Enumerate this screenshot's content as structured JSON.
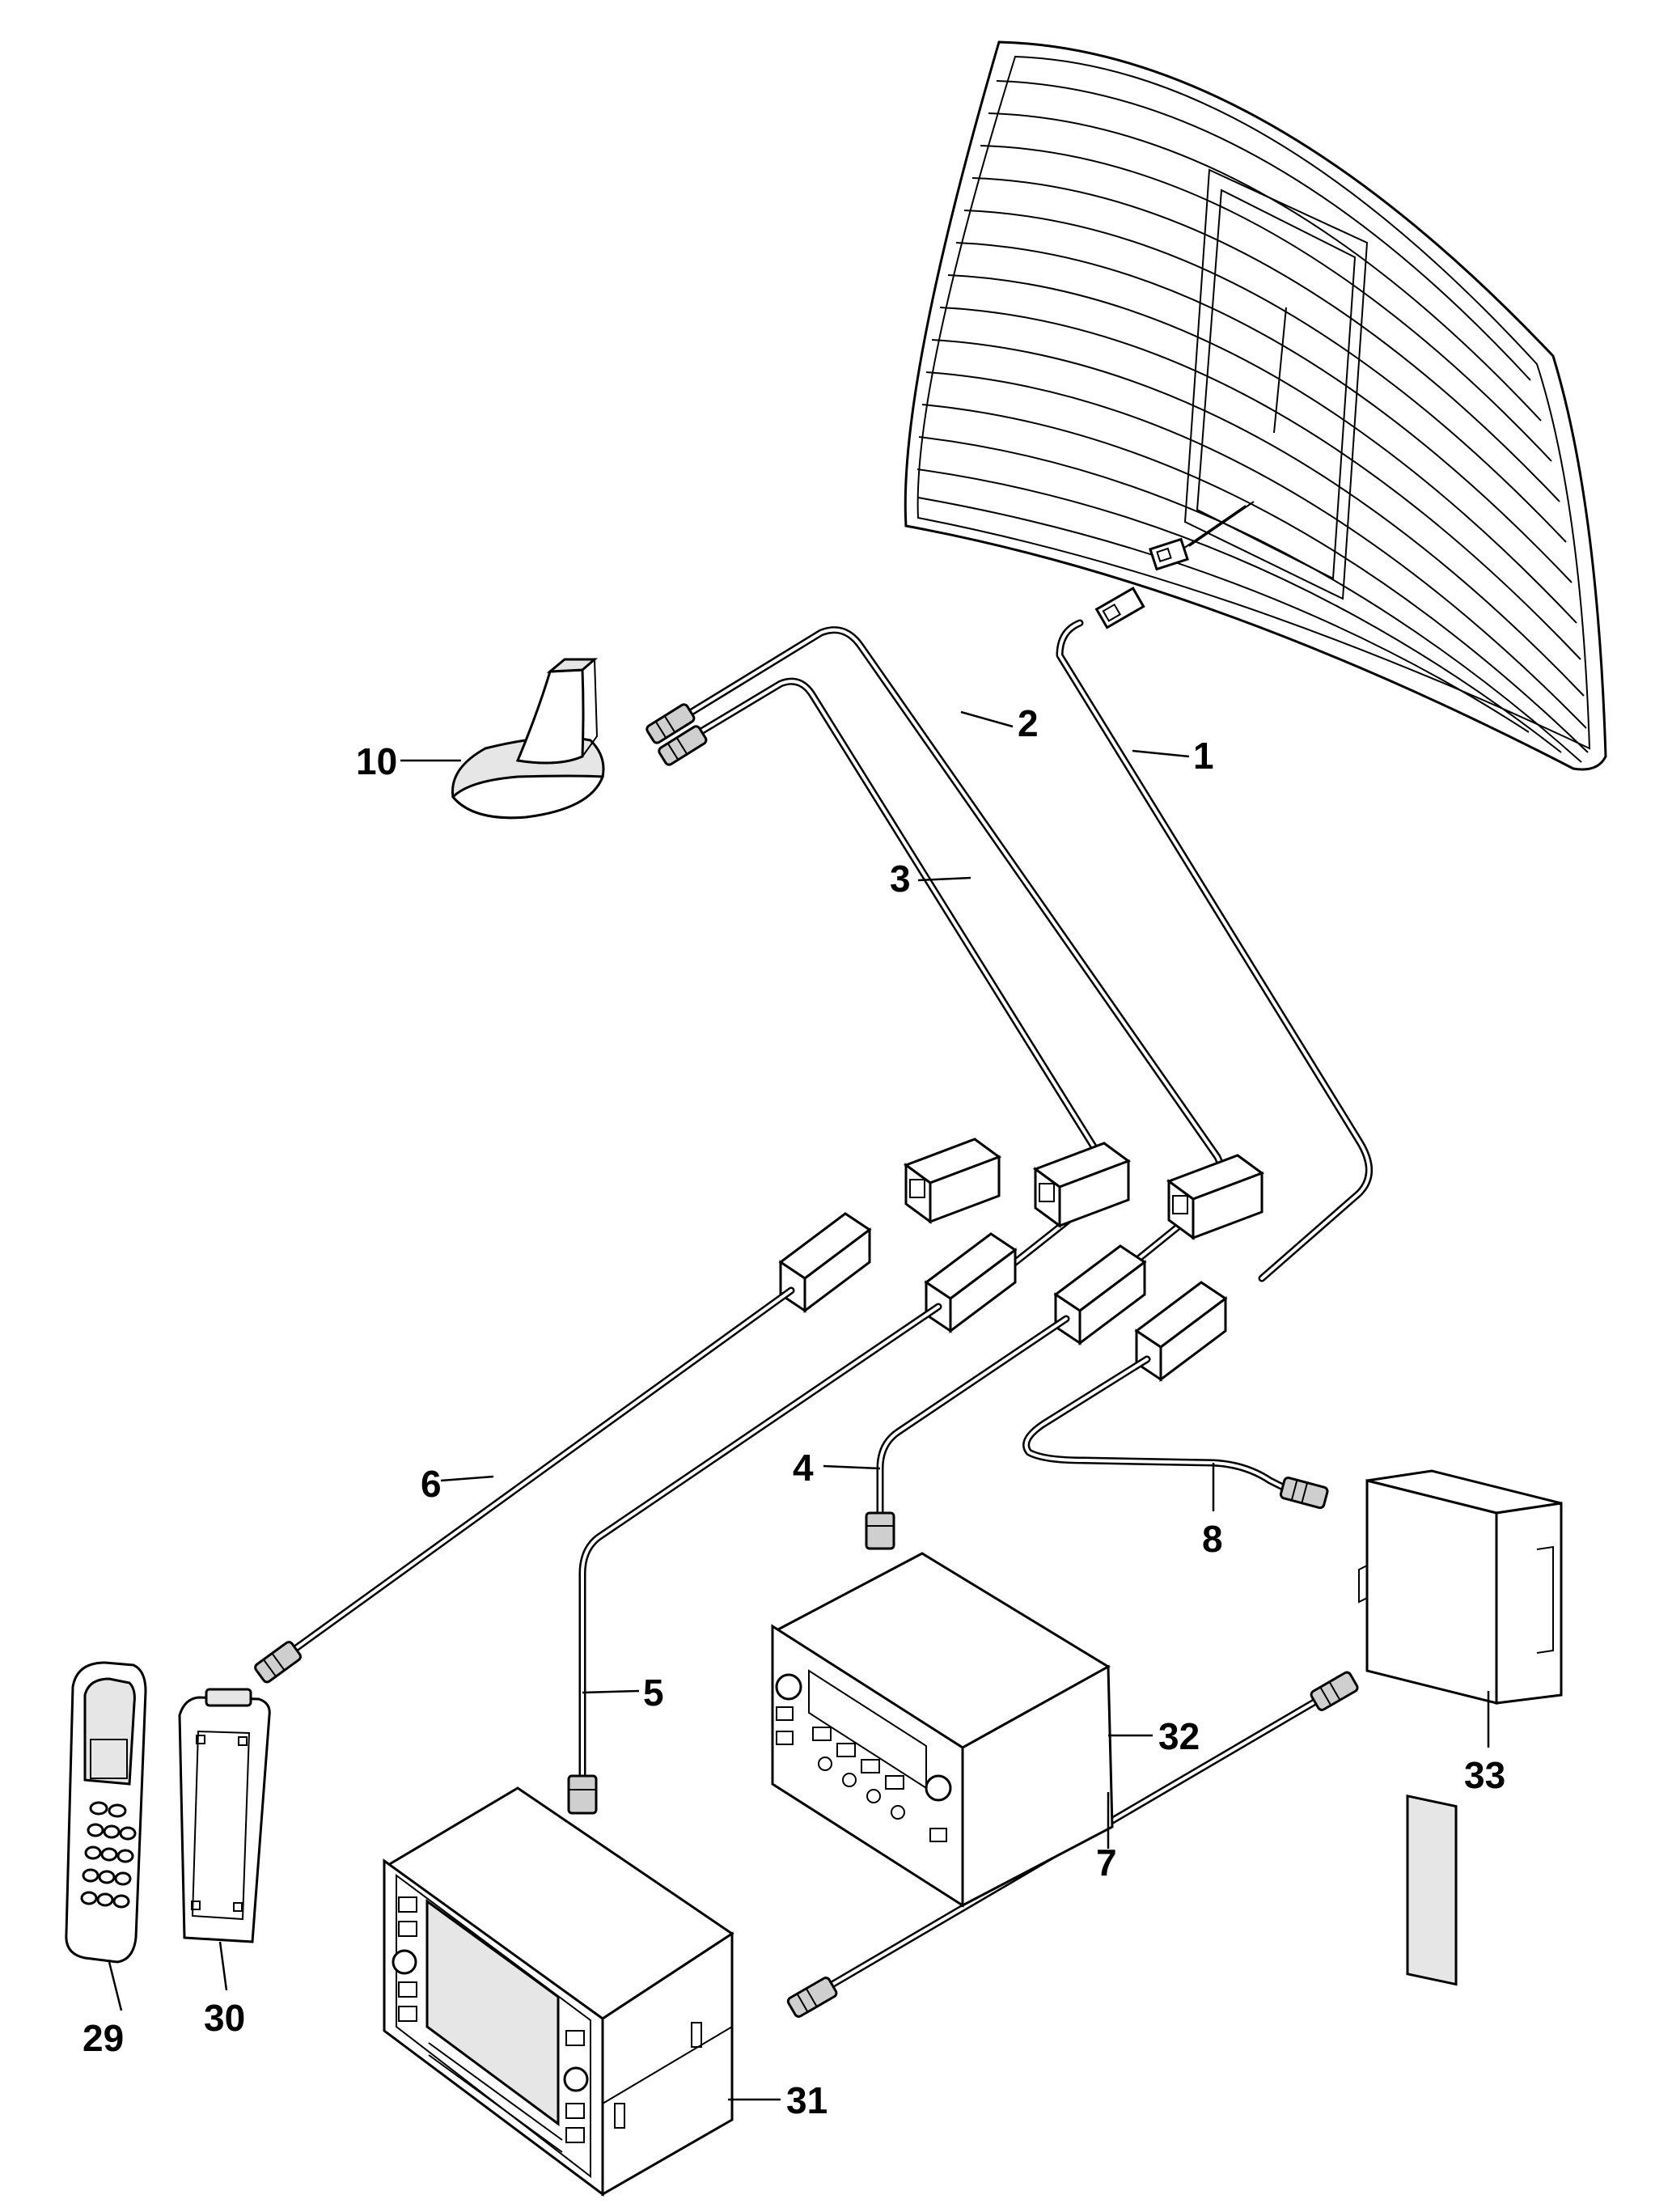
{
  "diagram": {
    "callouts": [
      {
        "id": "1",
        "text": "1"
      },
      {
        "id": "2",
        "text": "2"
      },
      {
        "id": "3",
        "text": "3"
      },
      {
        "id": "4",
        "text": "4"
      },
      {
        "id": "5",
        "text": "5"
      },
      {
        "id": "6",
        "text": "6"
      },
      {
        "id": "7",
        "text": "7"
      },
      {
        "id": "8",
        "text": "8"
      },
      {
        "id": "10",
        "text": "10"
      },
      {
        "id": "29",
        "text": "29"
      },
      {
        "id": "30",
        "text": "30"
      },
      {
        "id": "31",
        "text": "31"
      },
      {
        "id": "32",
        "text": "32"
      },
      {
        "id": "33",
        "text": "33"
      }
    ]
  }
}
